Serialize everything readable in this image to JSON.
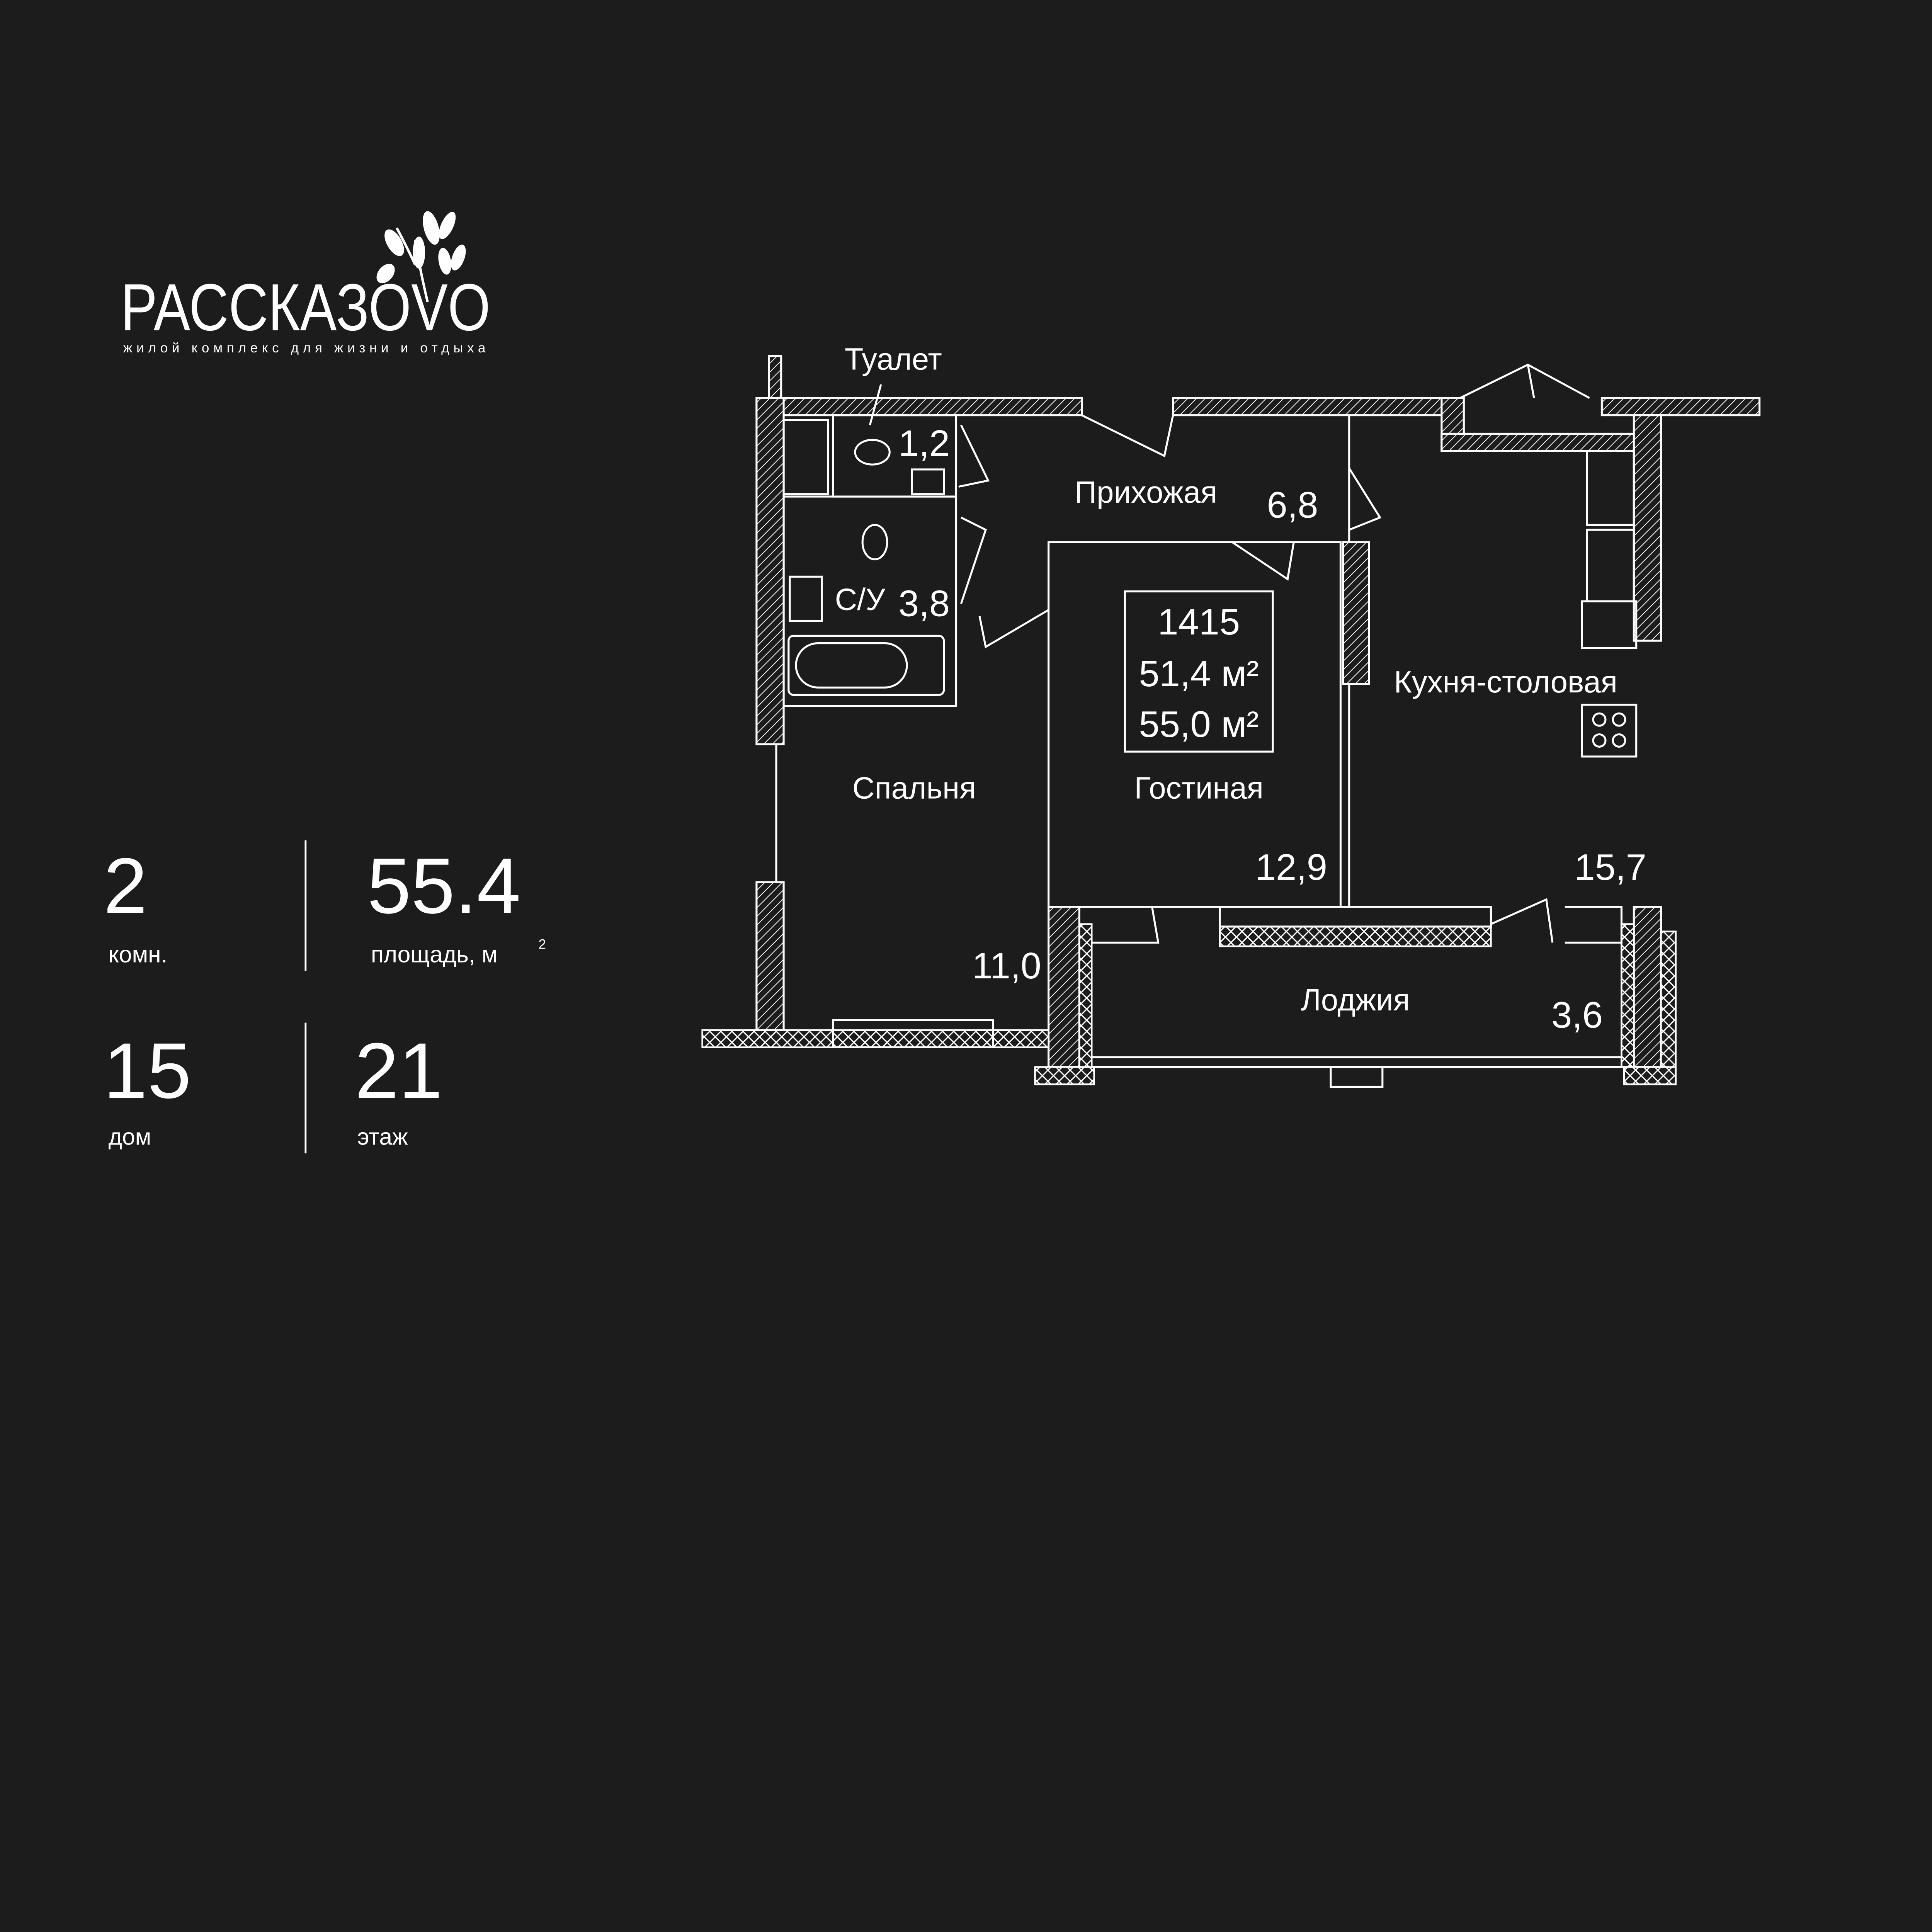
{
  "brand": {
    "name": "РАССКАЗОVО",
    "tagline": "жилой комплекс для жизни и отдыха"
  },
  "stats": {
    "rooms": {
      "value": "2",
      "label": "комн."
    },
    "area": {
      "value": "55.4",
      "label": "площадь, м",
      "unit_sup": "2"
    },
    "house": {
      "value": "15",
      "label": "дом"
    },
    "floor": {
      "value": "21",
      "label": "этаж"
    }
  },
  "plan": {
    "apartment": {
      "number": "1415",
      "area_living": "51,4 м²",
      "area_total": "55,0 м²"
    },
    "rooms": [
      {
        "name": "Туалет",
        "area": "1,2"
      },
      {
        "name": "Прихожая",
        "area": "6,8"
      },
      {
        "name": "С/У",
        "area": "3,8"
      },
      {
        "name": "Кухня-столовая",
        "area": "15,7"
      },
      {
        "name": "Спальня",
        "area": "11,0"
      },
      {
        "name": "Гостиная",
        "area": "12,9"
      },
      {
        "name": "Лоджия",
        "area": "3,6"
      }
    ]
  },
  "colors": {
    "background": "#1c1c1c",
    "foreground": "#ffffff"
  }
}
